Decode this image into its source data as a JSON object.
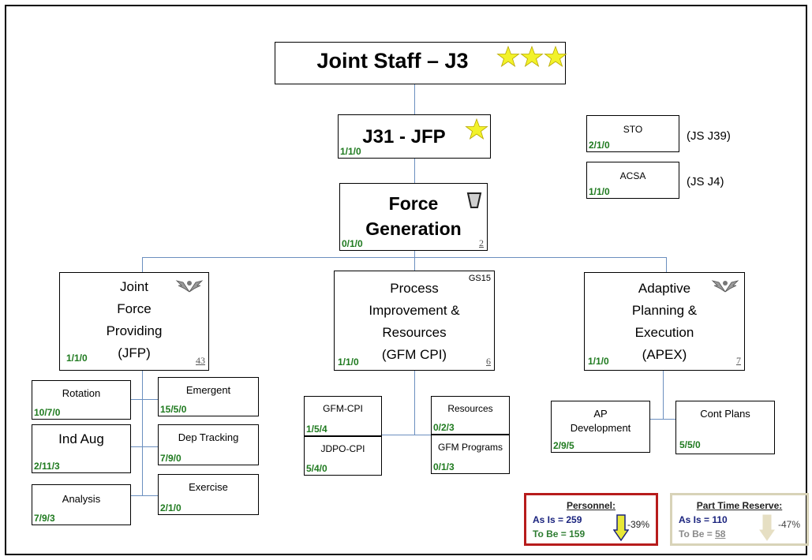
{
  "top": {
    "title": "Joint Staff – J3"
  },
  "j31": {
    "title": "J31 - JFP",
    "counts": "1/1/0"
  },
  "sto": {
    "title": "STO",
    "counts": "2/1/0",
    "note": "(JS J39)"
  },
  "acsa": {
    "title": "ACSA",
    "counts": "1/1/0",
    "note": "(JS J4)"
  },
  "fg": {
    "line1": "Force",
    "line2": "Generation",
    "counts": "0/1/0",
    "num": "2"
  },
  "jfp": {
    "line1": "Joint",
    "line2": "Force",
    "line3": "Providing",
    "line4": "(JFP)",
    "counts": "1/1/0",
    "num": "43"
  },
  "pir": {
    "grade": "GS15",
    "line1": "Process",
    "line2": "Improvement &",
    "line3": "Resources",
    "line4": "(GFM CPI)",
    "counts": "1/1/0",
    "num": "6"
  },
  "apex": {
    "line1": "Adaptive",
    "line2": "Planning &",
    "line3": "Execution",
    "line4": "(APEX)",
    "counts": "1/1/0",
    "num": "7"
  },
  "sub": {
    "rotation": {
      "title": "Rotation",
      "counts": "10/7/0"
    },
    "emergent": {
      "title": "Emergent",
      "counts": "15/5/0"
    },
    "indaug": {
      "title": "Ind Aug",
      "counts": "2/11/3"
    },
    "deptracking": {
      "title": "Dep Tracking",
      "counts": "7/9/0"
    },
    "analysis": {
      "title": "Analysis",
      "counts": "7/9/3"
    },
    "exercise": {
      "title": "Exercise",
      "counts": "2/1/0"
    },
    "gfmcpi": {
      "title": "GFM-CPI",
      "counts": "1/5/4"
    },
    "jdpocpi": {
      "title": "JDPO-CPI",
      "counts": "5/4/0"
    },
    "resources": {
      "title": "Resources",
      "counts": "0/2/3"
    },
    "gfmprograms": {
      "title": "GFM Programs",
      "counts": "0/1/3"
    },
    "apdev": {
      "line1": "AP",
      "line2": "Development",
      "counts": "2/9/5"
    },
    "contplans": {
      "title": "Cont Plans",
      "counts": "5/5/0"
    }
  },
  "legend": {
    "personnel": {
      "title": "Personnel:",
      "asis": "As Is = 259",
      "tobe": "To Be = 159",
      "pct": "-39%",
      "border": "#b71c1c",
      "arrow": "#e8e838"
    },
    "reserve": {
      "title": "Part Time Reserve:",
      "asis": "As Is = 110",
      "tobe_label": "To Be = ",
      "tobe_val": "58",
      "pct": "-47%",
      "border": "#d8d3b8",
      "arrow": "#e6dfc3"
    }
  }
}
